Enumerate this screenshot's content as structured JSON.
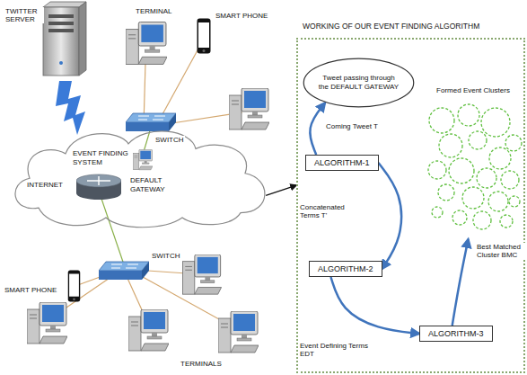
{
  "diagram": {
    "nodes": [
      {
        "text": [
          "EVENT FINDING SYSTEM",
          "INTERNET",
          "DEFAULT GATEWAY"
        ]
      },
      {
        "text": [
          "WORKING OF OUR EVENT FINDING ALGORITHM"
        ]
      },
      {
        "text": [
          "Tweet passing through the DEFAULT GATEWAY"
        ],
        "in": 1
      },
      {
        "text": [
          "Formed Event Clusters"
        ],
        "in": 1
      },
      {
        "text": [
          "ALGORITHM-1"
        ],
        "in": 1
      },
      {
        "text": [
          "ALGORITHM-2"
        ],
        "in": 1
      },
      {
        "text": [
          "ALGORITHM-3"
        ],
        "in": 1
      }
    ],
    "edges": [
      {
        "from": 0,
        "to": 1,
        "arrow": "to"
      },
      {
        "from": 4,
        "to": 2,
        "label": "Coming Tweet T",
        "arrow": "to"
      },
      {
        "from": 4,
        "to": 5,
        "label": "Concatenated Terms T'",
        "arrow": "to"
      },
      {
        "from": 5,
        "to": 6,
        "label": "Event Defining Terms EDT",
        "arrow": "to"
      },
      {
        "from": 6,
        "to": 3,
        "label": "Best Matched Cluster BMC",
        "arrow": "to"
      }
    ],
    "labels": [
      "TWITTER SERVER",
      "TERMINAL",
      "SMART PHONE",
      "SWITCH",
      "SWITCH",
      "SMART PHONE",
      "TERMINALS"
    ]
  }
}
